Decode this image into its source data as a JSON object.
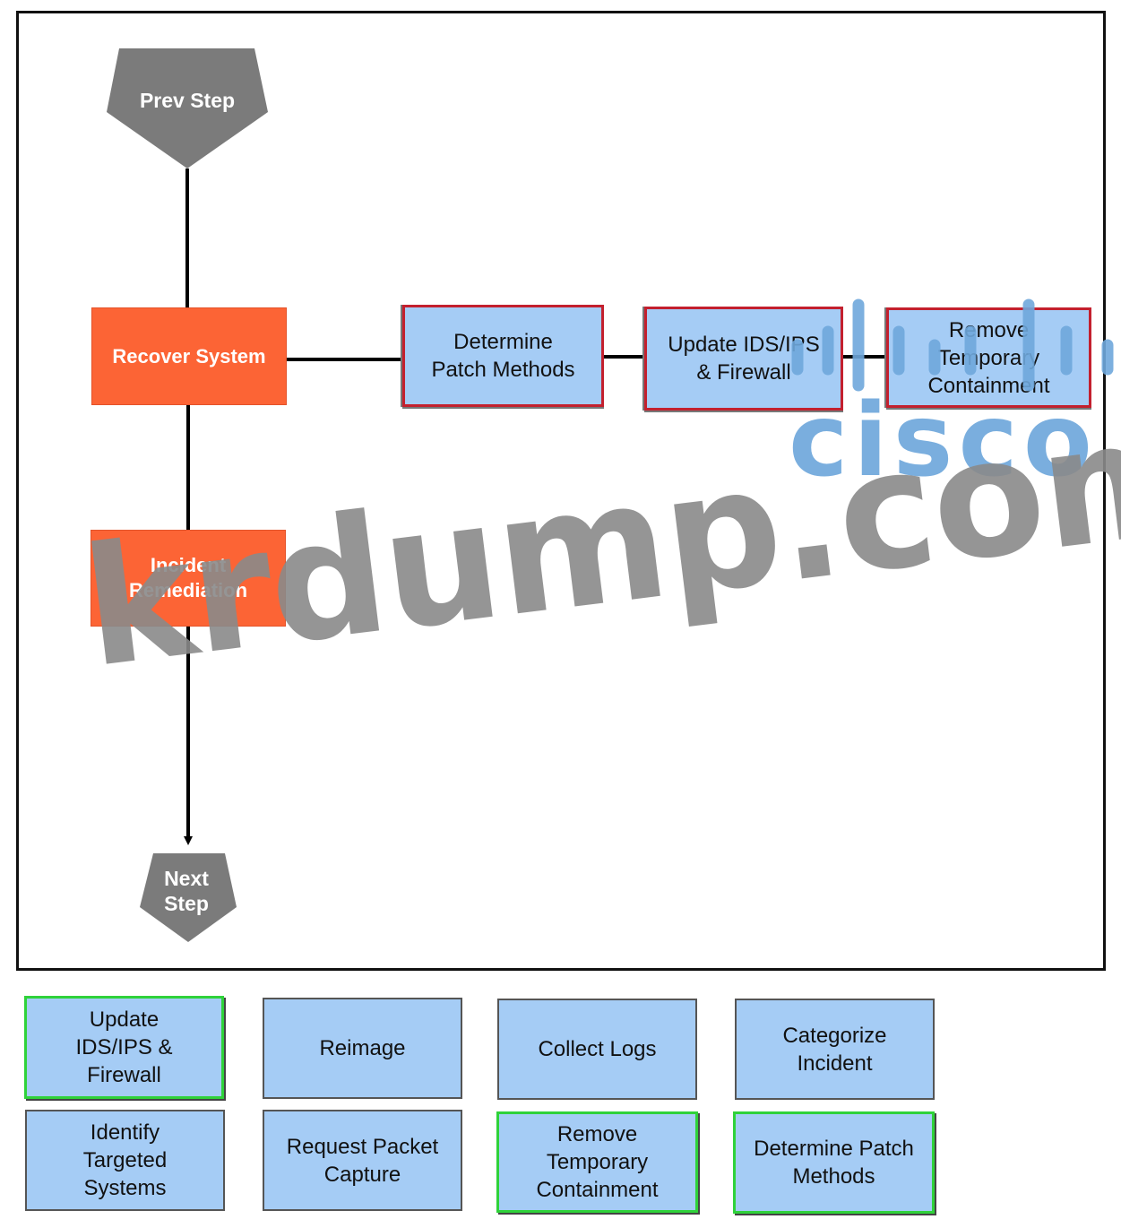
{
  "nodes": {
    "prev_step": "Prev Step",
    "next_step": "Next Step",
    "recover_system": "Recover System",
    "incident_remediation": "Incident Remediation",
    "determine_patch": "Determine Patch Methods",
    "update_ids": "Update IDS/IPS & Firewall",
    "remove_containment": "Remove Temporary Containment"
  },
  "options": [
    {
      "label": "Update IDS/IPS & Firewall",
      "state": "placed"
    },
    {
      "label": "Reimage",
      "state": "available"
    },
    {
      "label": "Collect Logs",
      "state": "available"
    },
    {
      "label": "Categorize Incident",
      "state": "available"
    },
    {
      "label": "Identify Targeted Systems",
      "state": "available"
    },
    {
      "label": "Request Packet Capture",
      "state": "available"
    },
    {
      "label": "Remove Temporary Containment",
      "state": "placed"
    },
    {
      "label": "Determine Patch Methods",
      "state": "placed"
    }
  ],
  "watermark": {
    "logo_word": "cisco",
    "site": "krdump.com"
  },
  "colors": {
    "orange": "#fc6435",
    "blue": "#a5ccf5",
    "gray_node": "#7b7b7b",
    "placed_border": "#c3202e",
    "option_selected_border": "#2fd23a",
    "logo": "#6fa8dc",
    "watermark": "#8a8a8a"
  }
}
